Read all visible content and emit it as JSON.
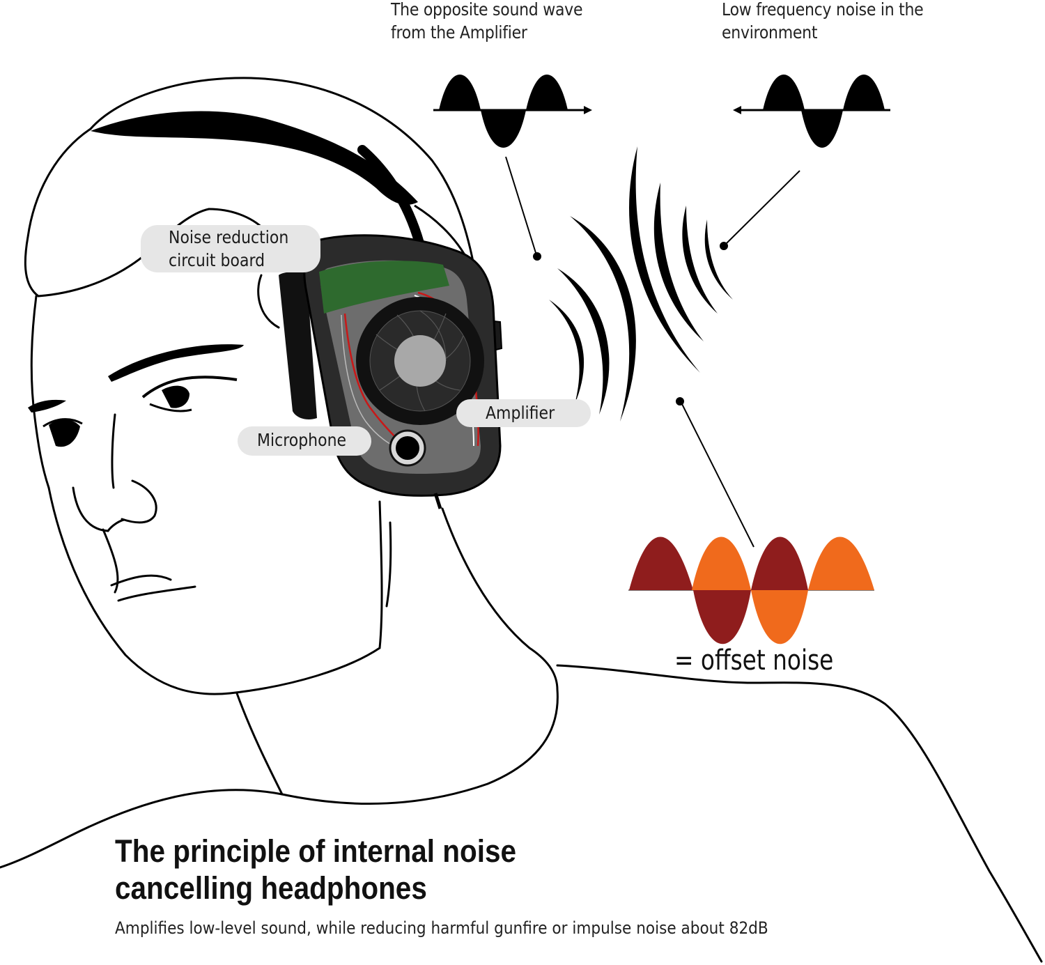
{
  "labels": {
    "opposite_wave": [
      "The opposite sound wave",
      "from the Amplifier"
    ],
    "environment_noise": [
      "Low frequency noise in the",
      "environment"
    ],
    "circuit_board": [
      "Noise reduction",
      "circuit board"
    ],
    "amplifier": "Amplifier",
    "microphone": "Microphone",
    "offset_noise": "= offset noise"
  },
  "title": "The principle of internal noise cancelling headphones",
  "subtitle": "Amplifies low-level sound, while reducing harmful gunfire or impulse noise about 82dB",
  "colors": {
    "circuit_board": "#2e6a2e",
    "earcup": "#2b2b2b",
    "earcup_inner": "#6d6d6d",
    "wire": "#c81818",
    "wave_dark_red": "#8f1d1d",
    "wave_orange": "#f06a1c",
    "pill_bg": "#e6e6e6"
  }
}
